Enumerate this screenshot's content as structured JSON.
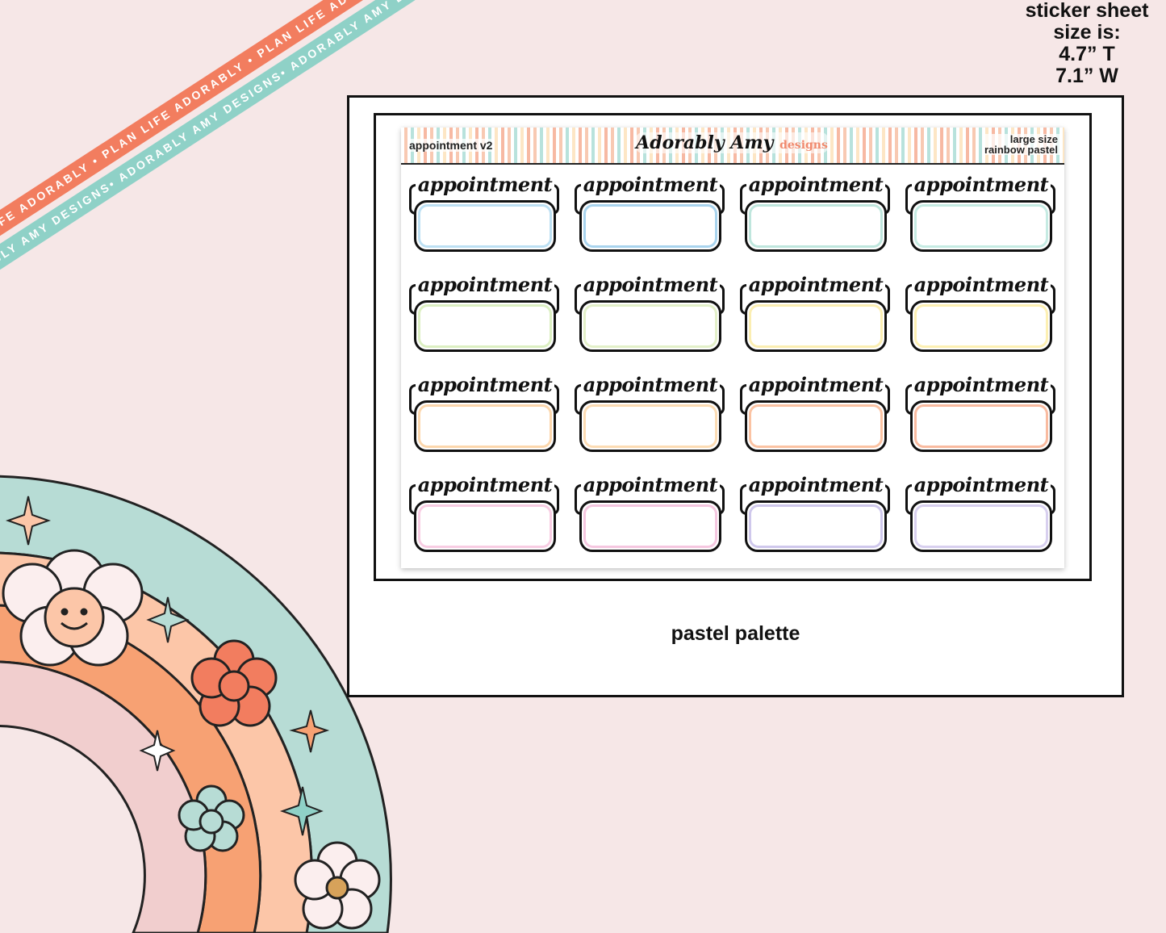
{
  "size_note": [
    "sticker sheet",
    "size is:",
    "4.7” T",
    "7.1” W"
  ],
  "ribbons": [
    {
      "text": "PLAN LIFE ADORABLY • PLAN LIFE ADORABLY • PLAN LIFE AD",
      "color": "#f27d5f"
    },
    {
      "text": "ADORABLY AMY DESIGNS• ADORABLY AMY DESIGNS• ADORABLY AMY DESIGNS",
      "color": "#8fd1c7"
    }
  ],
  "sheet": {
    "title": "appointment v2",
    "brand": "Adorably Amy",
    "brand_sub": "designs",
    "size_line1": "large size",
    "size_line2": "rainbow pastel"
  },
  "sticker_word": "appointment",
  "sticker_colors": [
    "#bde0f3",
    "#a9d4ee",
    "#bfe6dd",
    "#c6ebe3",
    "#dcefc2",
    "#e3f0c9",
    "#fbeeb2",
    "#fdf0b3",
    "#fcd7ad",
    "#fcdcb4",
    "#fbc3a3",
    "#f9bba0",
    "#f8cde3",
    "#f5c7e0",
    "#cfc8ec",
    "#d8d0ef"
  ],
  "caption": "pastel palette",
  "colors": {
    "background": "#f6e7e7",
    "teal": "#b7dcd5",
    "peach": "#fcc6a8",
    "orange": "#f7a173",
    "pink": "#f1cece",
    "coral": "#f27d5f"
  }
}
